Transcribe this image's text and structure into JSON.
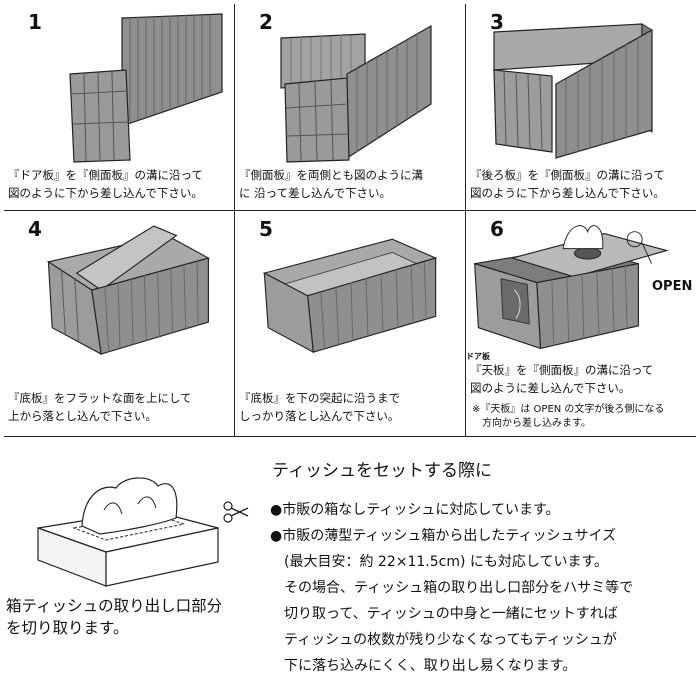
{
  "steps": [
    {
      "num": "1",
      "caption": "『ドア板』を『側面板』の溝に沿って\n図のように下から差し込んで下さい。"
    },
    {
      "num": "2",
      "caption": "『側面板』を両側とも図のように溝\nに 沿って差し込んで下さい。"
    },
    {
      "num": "3",
      "caption": "『後ろ板』を『側面板』の溝に沿って\n図のように下から差し込んで下さい。"
    },
    {
      "num": "4",
      "caption": "『底板』をフラットな面を上にして\n上から落とし込んで下さい。"
    },
    {
      "num": "5",
      "caption": "『底板』を下の突起に沿うまで\nしっかり落とし込んで下さい。"
    },
    {
      "num": "6",
      "caption": "『天板』を『側面板』の溝に沿って\n図のように差し込んで下さい。",
      "note": "※『天板』は OPEN の文字が後ろ側になる\n　方向から差し込みます。",
      "open_label": "OPEN",
      "door_label": "ドア板"
    }
  ],
  "bottom": {
    "title": "ティッシュをセットする際に",
    "bullet1": "●市販の箱なしティッシュに対応しています。",
    "bullet2": "●市販の薄型ティッシュ箱から出したティッシュサイズ\n　(最大目安：約 22×11.5cm) にも対応しています。\n　その場合、ティッシュ箱の取り出し口部分をハサミ等で\n　切り取って、ティッシュの中身と一緒にセットすれば\n　ティッシュの枚数が残り少なくなってもティッシュが\n　下に落ち込みにくく、取り出し易くなります。",
    "cut_caption": "箱ティッシュの取り出し口部分\nを切り取ります。"
  },
  "colors": {
    "panel": "#8f8f8f",
    "panel_dark": "#6e6e6e",
    "panel_light": "#b4b4b4",
    "line": "#222222"
  }
}
